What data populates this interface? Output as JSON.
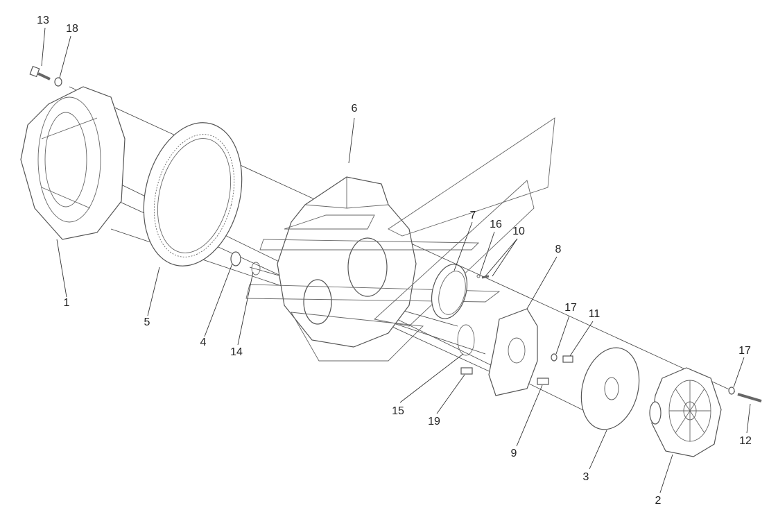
{
  "title": "Exploded view of final drive assembly",
  "labels": [
    {
      "id": "l13",
      "text": "13"
    },
    {
      "id": "l18",
      "text": "18"
    },
    {
      "id": "l6",
      "text": "6"
    },
    {
      "id": "l7",
      "text": "7"
    },
    {
      "id": "l16",
      "text": "16"
    },
    {
      "id": "l10",
      "text": "10"
    },
    {
      "id": "l8",
      "text": "8"
    },
    {
      "id": "l17a",
      "text": "17"
    },
    {
      "id": "l11",
      "text": "11"
    },
    {
      "id": "l1",
      "text": "1"
    },
    {
      "id": "l5",
      "text": "5"
    },
    {
      "id": "l4",
      "text": "4"
    },
    {
      "id": "l14",
      "text": "14"
    },
    {
      "id": "l15",
      "text": "15"
    },
    {
      "id": "l19",
      "text": "19"
    },
    {
      "id": "l9",
      "text": "9"
    },
    {
      "id": "l3",
      "text": "3"
    },
    {
      "id": "l2",
      "text": "2"
    },
    {
      "id": "l17b",
      "text": "17"
    },
    {
      "id": "l12",
      "text": "12"
    }
  ]
}
